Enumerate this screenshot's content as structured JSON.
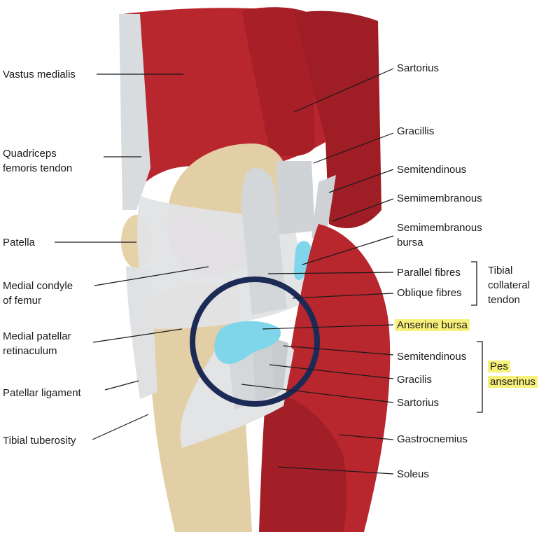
{
  "labels_left": {
    "vastus_medialis": "Vastus medialis",
    "quadriceps_1": "Quadriceps",
    "quadriceps_2": "femoris tendon",
    "patella": "Patella",
    "medial_condyle_1": "Medial condyle",
    "medial_condyle_2": "of femur",
    "medial_patellar_1": "Medial patellar",
    "medial_patellar_2": "retinaculum",
    "patellar_ligament": "Patellar ligament",
    "tibial_tuberosity": "Tibial tuberosity"
  },
  "labels_right": {
    "sartorius_top": "Sartorius",
    "gracillis": "Gracillis",
    "semitendinous_top": "Semitendinous",
    "semimembranous": "Semimembranous",
    "semimembranous_bursa_1": "Semimembranous",
    "semimembranous_bursa_2": "bursa",
    "parallel_fibres": "Parallel fibres",
    "oblique_fibres": "Oblique fibres",
    "tibial_collateral_1": "Tibial",
    "tibial_collateral_2": "collateral",
    "tibial_collateral_3": "tendon",
    "anserine_bursa": "Anserine bursa",
    "semitendinous": "Semitendinous",
    "gracilis": "Gracilis",
    "sartorius": "Sartorius",
    "pes_1": "Pes",
    "pes_2": "anserinus",
    "gastrocnemius": "Gastrocnemius",
    "soleus": "Soleus"
  },
  "colors": {
    "muscle": "#b8262e",
    "muscle_dark": "#8e1b22",
    "tendon": "#dfe1e3",
    "bone": "#e3cfa6",
    "cartilage": "#e6b4b9",
    "bursa": "#7fd6ea",
    "highlight": "#f7f07a",
    "circle": "#1c2a56"
  },
  "icons": {
    "signature": "artist-signature"
  }
}
